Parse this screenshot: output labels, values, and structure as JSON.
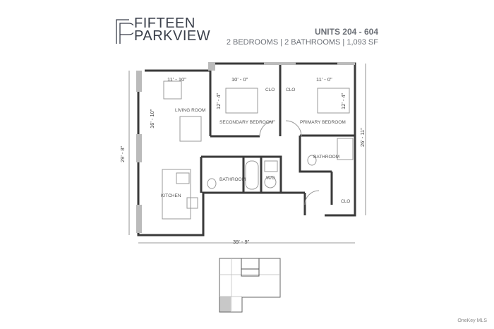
{
  "header": {
    "brand_line1": "FIFTEEN",
    "brand_line2": "PARKVIEW",
    "units_title": "UNITS 204 - 604",
    "units_summary": "2 BEDROOMS | 2 BATHROOMS | 1,093 SF"
  },
  "plan": {
    "rooms": {
      "living_room": "LIVING ROOM",
      "secondary_bedroom": "SECONDARY BEDROOM",
      "primary_bedroom": "PRIMARY BEDROOM",
      "bathroom_primary": "BATHROOM",
      "bathroom_hall": "BATHROOM",
      "kitchen": "KITCHEN",
      "wd": "W/D",
      "clo_secondary": "CLO",
      "clo_primary": "CLO",
      "clo_entry": "CLO"
    },
    "dimensions": {
      "living_width": "11' - 10\"",
      "living_depth": "16' - 10\"",
      "secondary_width": "10' - 0\"",
      "secondary_depth": "12' - 4\"",
      "primary_width": "11' - 0\"",
      "primary_depth": "12' - 4\"",
      "overall_left": "29' - 8\"",
      "overall_right": "26' - 11\"",
      "overall_width": "39' - 9\""
    }
  },
  "colors": {
    "wall": "#3a3a3a",
    "text": "#555555",
    "key_highlight": "#c8c8c8"
  },
  "watermark": "OneKey MLS"
}
